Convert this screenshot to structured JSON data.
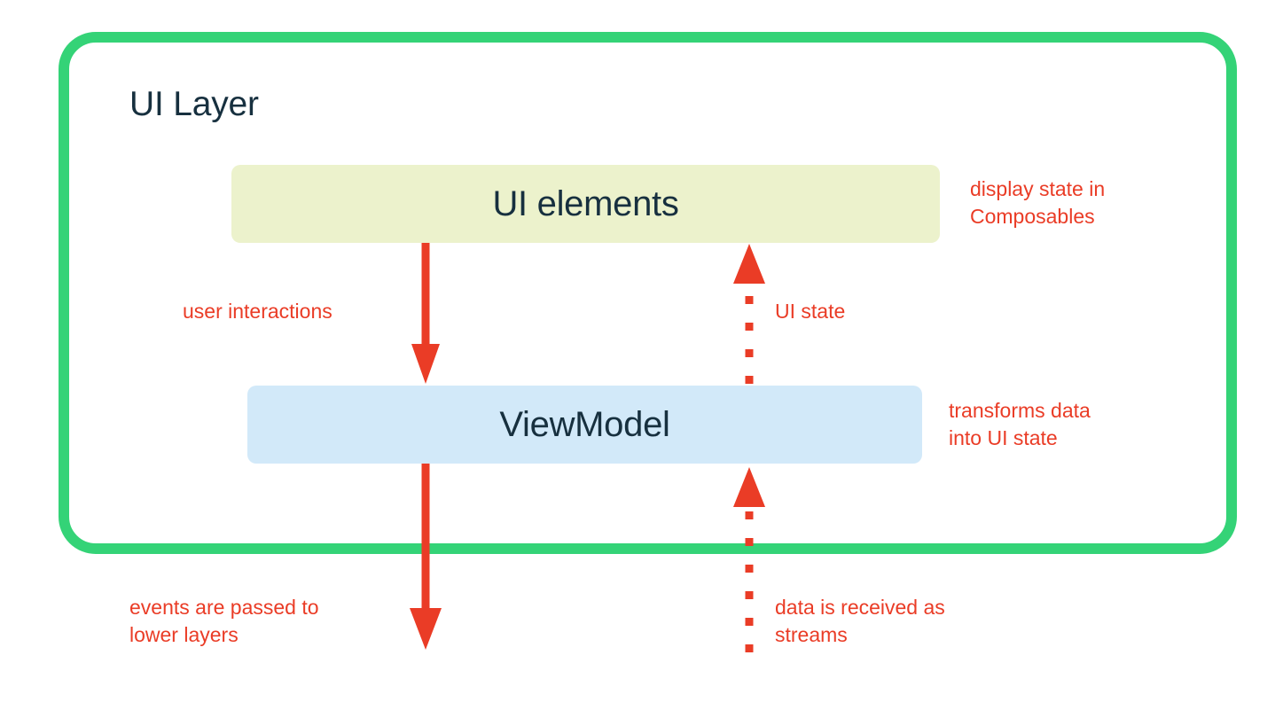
{
  "diagram": {
    "title": "UI Layer",
    "colors": {
      "frame_green": "#34d377",
      "accent_red": "#ea3c26",
      "text_dark": "#17303f",
      "ui_elements_box": "#ecf2cc",
      "viewmodel_box": "#d2e9f9",
      "background": "#ffffff"
    },
    "nodes": [
      {
        "id": "ui-elements",
        "label": "UI elements"
      },
      {
        "id": "viewmodel",
        "label": "ViewModel"
      }
    ],
    "side_annotations": [
      {
        "id": "display-state",
        "text": "display state in\nComposables"
      },
      {
        "id": "transforms-data",
        "text": "transforms data\ninto UI state"
      }
    ],
    "flow_labels": {
      "user_interactions": "user interactions",
      "ui_state": "UI state",
      "events_passed": "events are passed to\nlower layers",
      "data_streams": "data is received as\nstreams"
    },
    "arrows": [
      {
        "id": "user-interactions-arrow",
        "style": "solid",
        "direction": "down"
      },
      {
        "id": "ui-state-arrow",
        "style": "dotted",
        "direction": "up"
      },
      {
        "id": "events-to-lower-layers-arrow",
        "style": "solid",
        "direction": "down"
      },
      {
        "id": "data-streams-arrow",
        "style": "dotted",
        "direction": "up"
      }
    ]
  }
}
